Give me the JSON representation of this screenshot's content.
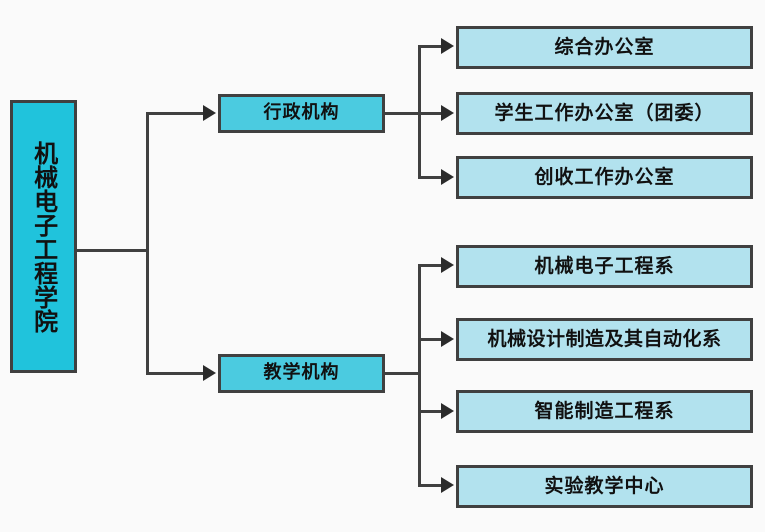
{
  "diagram": {
    "type": "organizational-tree",
    "orientation": "left-to-right",
    "colors": {
      "background": "#fafafa",
      "root_fill": "#20c3dc",
      "branch_fill": "#4bcbe0",
      "leaf_fill": "#b2e2ee",
      "border": "#404040",
      "connector": "#404040",
      "text": "#111111"
    },
    "root": {
      "label": "机械电子工程学院",
      "text_direction": "vertical"
    },
    "branches": [
      {
        "id": "administrative",
        "label": "行政机构",
        "children": [
          {
            "label": "综合办公室"
          },
          {
            "label": "学生工作办公室（团委）"
          },
          {
            "label": "创收工作办公室"
          }
        ]
      },
      {
        "id": "teaching",
        "label": "教学机构",
        "children": [
          {
            "label": "机械电子工程系"
          },
          {
            "label": "机械设计制造及其自动化系"
          },
          {
            "label": "智能制造工程系"
          },
          {
            "label": "实验教学中心"
          }
        ]
      }
    ]
  }
}
